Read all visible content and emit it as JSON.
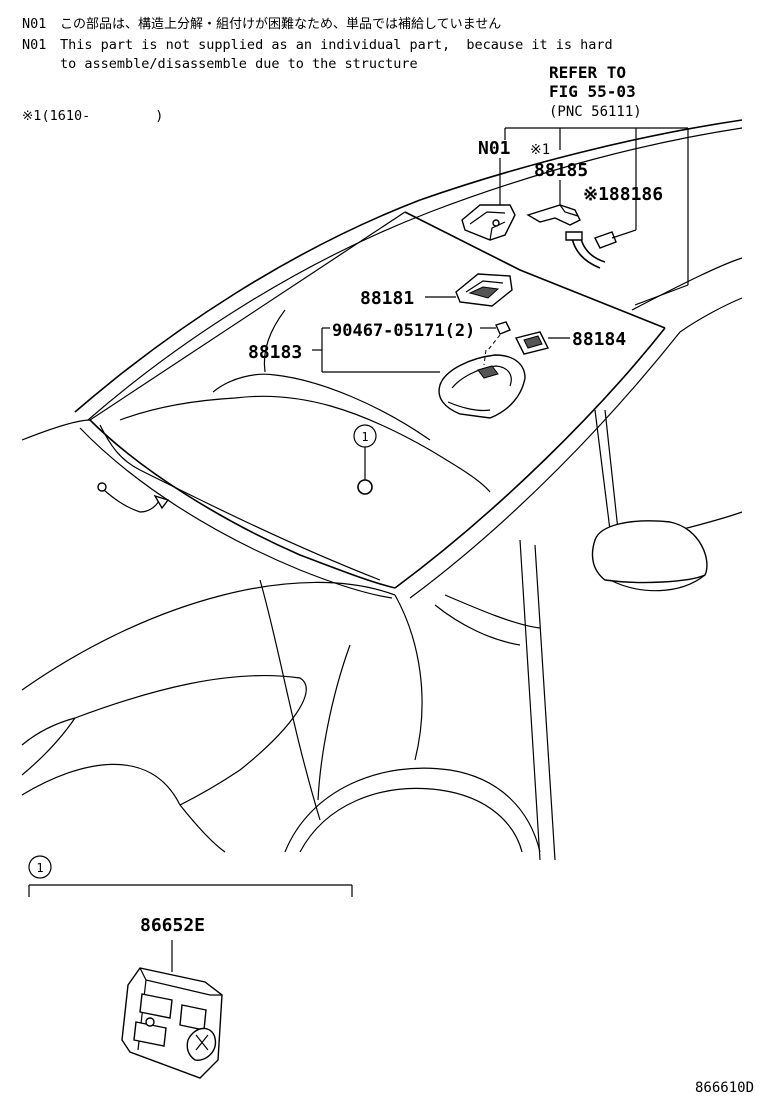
{
  "notes": {
    "n01_code_1": "N01",
    "n01_jp": "この部品は、構造上分解・組付けが困難なため、単品では補給していません",
    "n01_code_2": "N01",
    "n01_en_line1": "This part is not supplied as an individual part,  because it is hard",
    "n01_en_line2": "to assemble/disassemble due to the structure",
    "date_range": "※1(1610-        )"
  },
  "refer": {
    "line1": "REFER TO",
    "line2": "FIG 55-03",
    "line3": "(PNC 56111)"
  },
  "labels": {
    "n01": "N01",
    "mark1": "※1",
    "p88185": "88185",
    "p88186": "※188186",
    "p88181": "88181",
    "p90467": "90467-05171(2)",
    "p88184": "88184",
    "p88183": "88183",
    "p86652e": "86652E",
    "callout1": "1",
    "callout1b": "1"
  },
  "footer": {
    "diagram_id": "866610D"
  }
}
